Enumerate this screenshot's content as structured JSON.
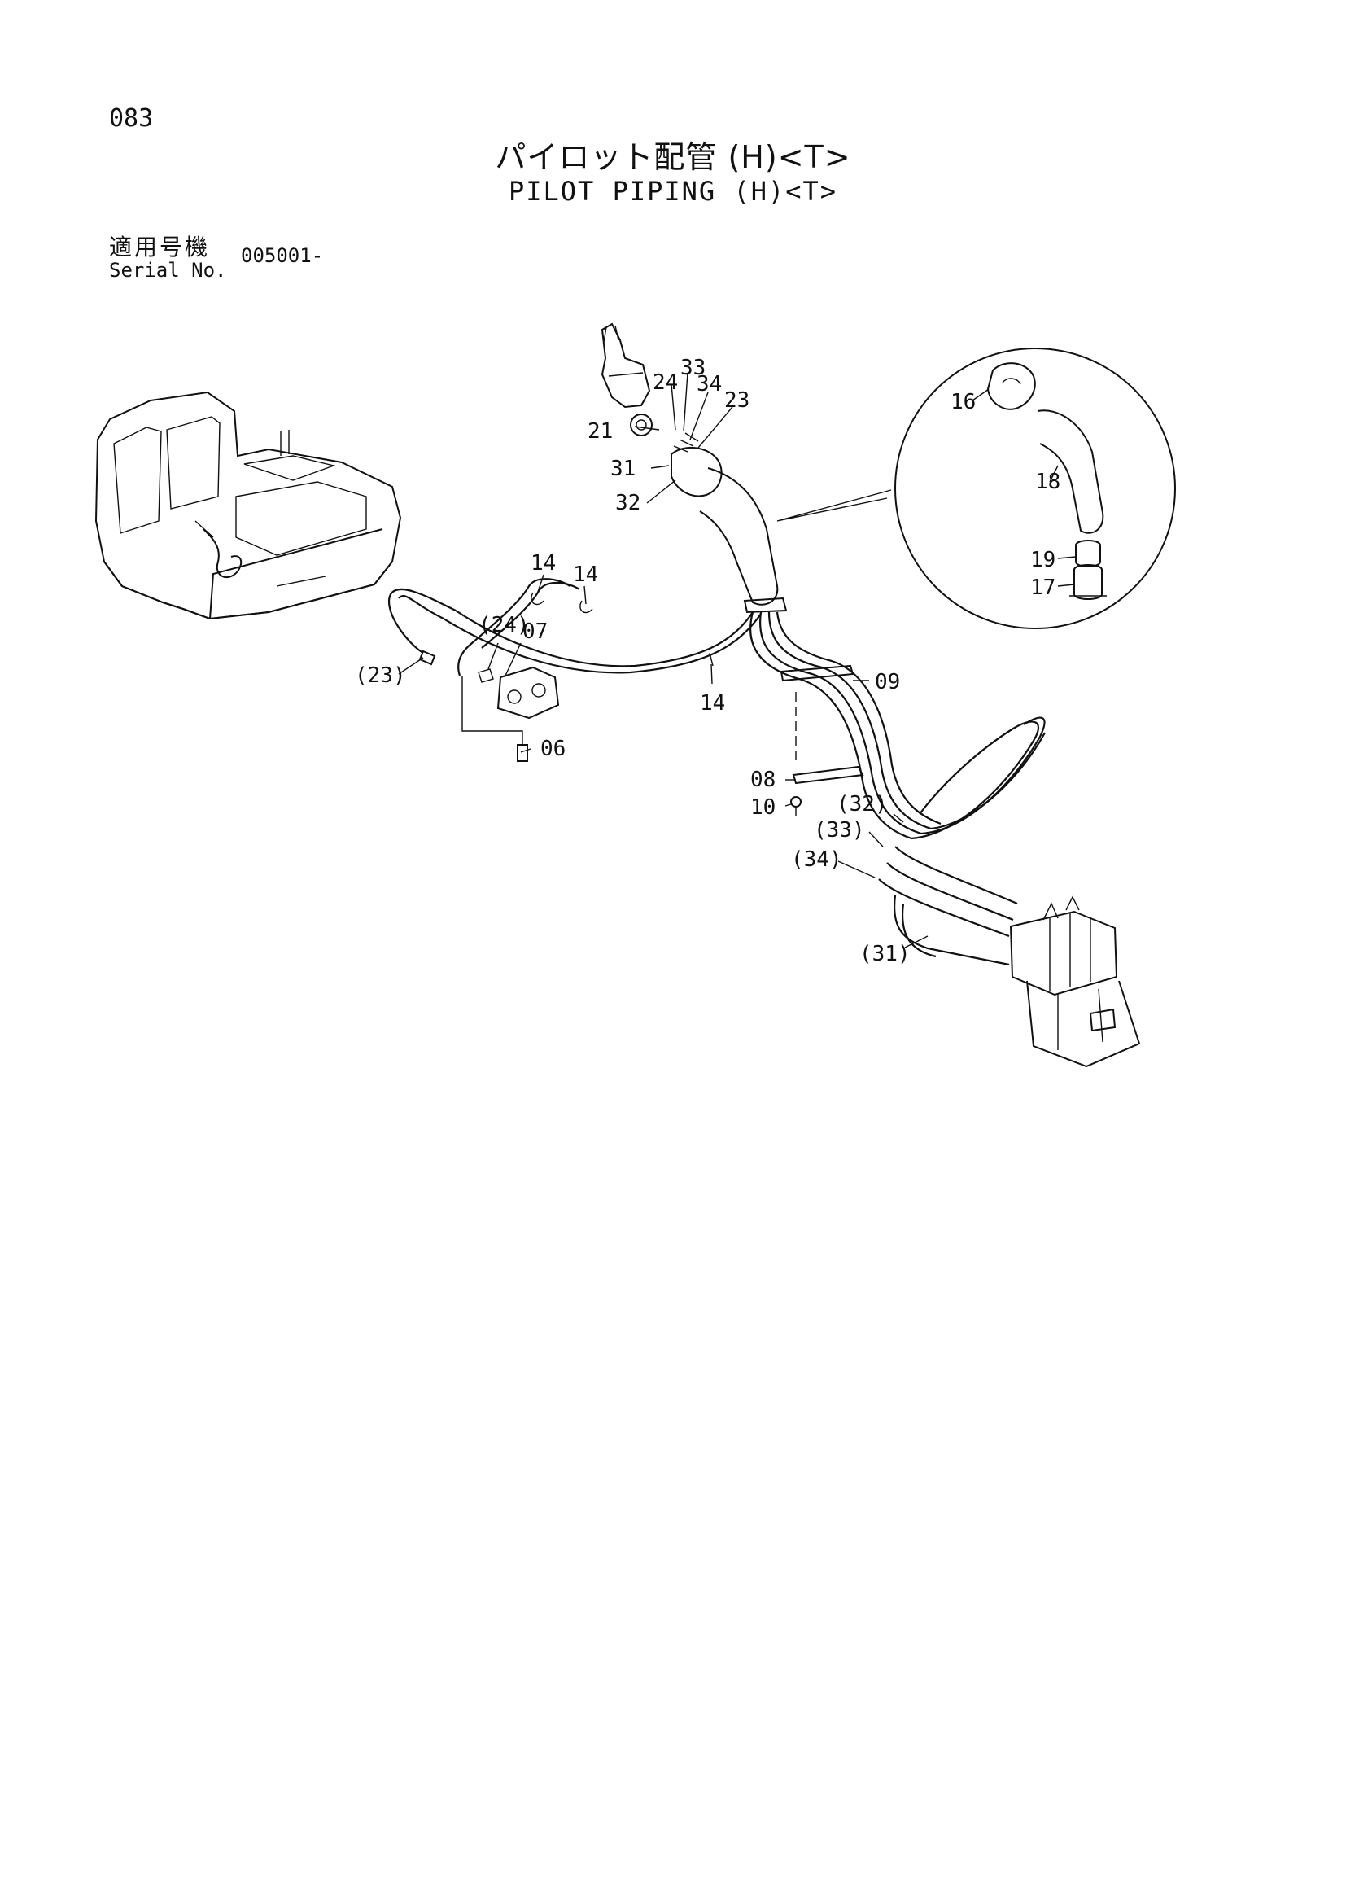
{
  "page_number": "083",
  "title_jp": "パイロット配管 (H)<T>",
  "title_en": "PILOT PIPING (H)<T>",
  "serial": {
    "label_jp": "適用号機",
    "label_en": "Serial No.",
    "value": "005001-"
  },
  "callouts": {
    "c33": "33",
    "c24": "24",
    "c34": "34",
    "c23": "23",
    "c21": "21",
    "c31": "31",
    "c32": "32",
    "c16": "16",
    "c18": "18",
    "c19": "19",
    "c17": "17",
    "c14a": "14",
    "c14b": "14",
    "c14c": "14",
    "c24p": "(24)",
    "c07": "07",
    "c23p": "(23)",
    "c06": "06",
    "c09": "09",
    "c08": "08",
    "c10": "10",
    "c32p": "(32)",
    "c33p": "(33)",
    "c34p": "(34)",
    "c31p": "(31)"
  }
}
